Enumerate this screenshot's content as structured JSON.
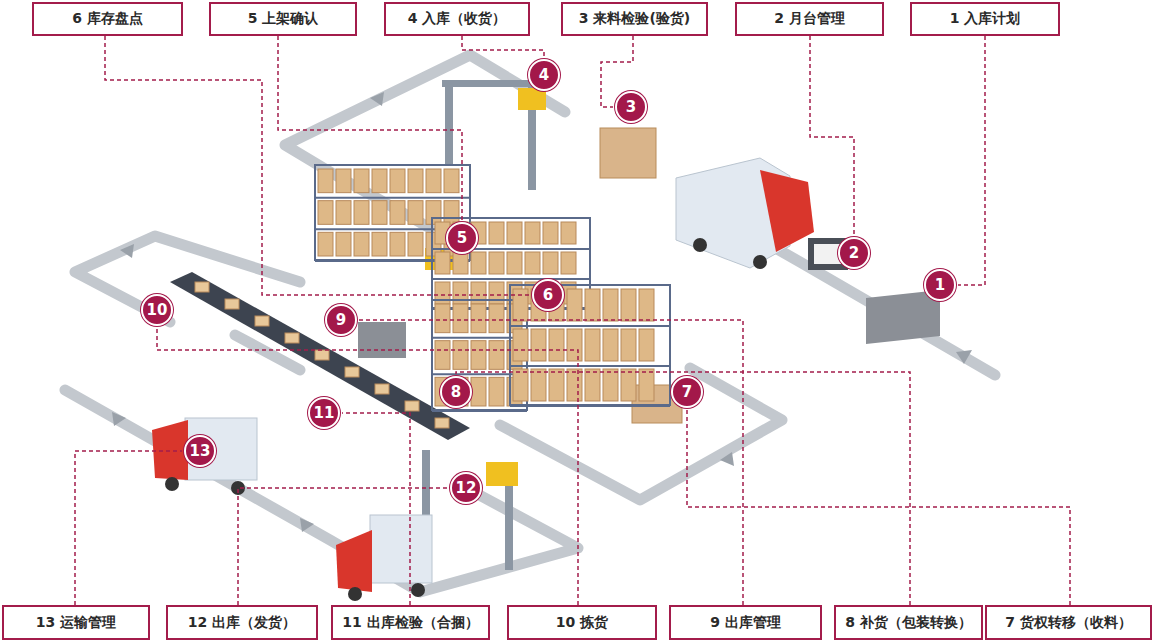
{
  "diagram": {
    "nodes": [
      {
        "text": [
          "6 库存盘点"
        ]
      },
      {
        "text": [
          "5 上架确认"
        ]
      },
      {
        "text": [
          "4 入库（收货）"
        ]
      },
      {
        "text": [
          "3 来料检验(验货)"
        ]
      },
      {
        "text": [
          "2 月台管理"
        ]
      },
      {
        "text": [
          "1 入库计划"
        ]
      },
      {
        "text": [
          "1"
        ]
      },
      {
        "text": [
          "2"
        ]
      },
      {
        "text": [
          "3"
        ]
      },
      {
        "text": [
          "4"
        ]
      },
      {
        "text": [
          "5"
        ]
      },
      {
        "text": [
          "6"
        ]
      },
      {
        "text": [
          "7"
        ]
      },
      {
        "text": [
          "8"
        ]
      },
      {
        "text": [
          "9"
        ]
      },
      {
        "text": [
          "10"
        ]
      },
      {
        "text": [
          "11"
        ]
      },
      {
        "text": [
          "12"
        ]
      },
      {
        "text": [
          "13"
        ]
      },
      {
        "text": [
          "13 运输管理"
        ]
      },
      {
        "text": [
          "12 出库（发货）"
        ]
      },
      {
        "text": [
          "11 出库检验（合捆）"
        ]
      },
      {
        "text": [
          "10 拣货"
        ]
      },
      {
        "text": [
          "9 出库管理"
        ]
      },
      {
        "text": [
          "8 补货（包装转换）"
        ]
      },
      {
        "text": [
          "7 货权转移（收料）"
        ]
      }
    ],
    "edges": [
      {
        "from": 5,
        "to": 6,
        "arrow": "none"
      },
      {
        "from": 4,
        "to": 7,
        "arrow": "none"
      },
      {
        "from": 3,
        "to": 8,
        "arrow": "none"
      },
      {
        "from": 2,
        "to": 9,
        "arrow": "none"
      },
      {
        "from": 1,
        "to": 10,
        "arrow": "none"
      },
      {
        "from": 0,
        "to": 11,
        "arrow": "none"
      },
      {
        "from": 25,
        "to": 12,
        "arrow": "none"
      },
      {
        "from": 24,
        "to": 13,
        "arrow": "none"
      },
      {
        "from": 23,
        "to": 14,
        "arrow": "none"
      },
      {
        "from": 22,
        "to": 15,
        "arrow": "none"
      },
      {
        "from": 21,
        "to": 16,
        "arrow": "none"
      },
      {
        "from": 20,
        "to": 17,
        "arrow": "none"
      },
      {
        "from": 19,
        "to": 18,
        "arrow": "none"
      }
    ]
  }
}
